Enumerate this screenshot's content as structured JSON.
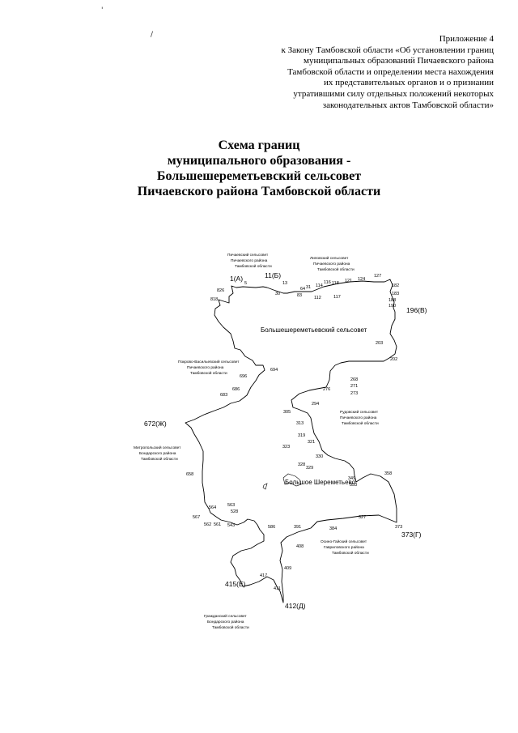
{
  "appendix": {
    "lines": [
      "Приложение 4",
      "к Закону Тамбовской области «Об установлении границ",
      "муниципальных образований Пичаевского района",
      "Тамбовской области и определении места нахождения",
      "их представительных органов и о признании",
      "утратившими силу отдельных положений некоторых",
      "законодательных актов Тамбовской области»"
    ]
  },
  "title": {
    "lines": [
      "Схема границ",
      "муниципального образования -",
      "Большешереметьевский сельсовет",
      "Пичаевского района Тамбовской области"
    ]
  },
  "scan_marks": [
    "'",
    "/"
  ],
  "map": {
    "area_label": "Большешереметьевский сельсовет",
    "settlement_label": "Большое Шереметьево",
    "boundary_points": {
      "p1": "1(А)",
      "p11": "11(Б)",
      "p196": "196(В)",
      "p373": "373(Г)",
      "p412": "412(Д)",
      "p415": "415(Е)",
      "p672": "672(Ж)"
    },
    "point_numbers": [
      "5",
      "13",
      "30",
      "31",
      "64",
      "83",
      "114",
      "112",
      "117",
      "118",
      "116",
      "121",
      "124",
      "127",
      "182",
      "183",
      "188",
      "190",
      "826",
      "818",
      "203",
      "202",
      "268",
      "271",
      "273",
      "276",
      "294",
      "305",
      "313",
      "319",
      "321",
      "323",
      "328",
      "329",
      "330",
      "349",
      "353",
      "358",
      "327",
      "384",
      "373",
      "391",
      "408",
      "409",
      "411",
      "417",
      "543",
      "561",
      "562",
      "563",
      "564",
      "567",
      "528",
      "586",
      "658",
      "686",
      "683",
      "694",
      "696"
    ],
    "neighbors": {
      "n_pichaevsky": [
        "Пичаевский сельсовет",
        "Пичаевского района",
        "Тамбовской области"
      ],
      "n_lipovsky": [
        "Липовский сельсовет",
        "Пичаевского района",
        "Тамбовской области"
      ],
      "n_pokrovo": [
        "Покрово-Васильевский сельсовет",
        "Пичаевского района",
        "Тамбовской области"
      ],
      "n_rudovsky": [
        "Рудовский сельсовет",
        "Пичаевского района",
        "Тамбовской области"
      ],
      "n_mitropolsky": [
        "Митропольский сельсовет",
        "Бондарского района",
        "Тамбовской области"
      ],
      "n_osino": [
        "Осино-Гайский сельсовет",
        "Гавриловского района",
        "Тамбовской области"
      ],
      "n_grazhdansky": [
        "Гражданский сельсовет",
        "Бондарского района",
        "Тамбовской области"
      ]
    }
  }
}
